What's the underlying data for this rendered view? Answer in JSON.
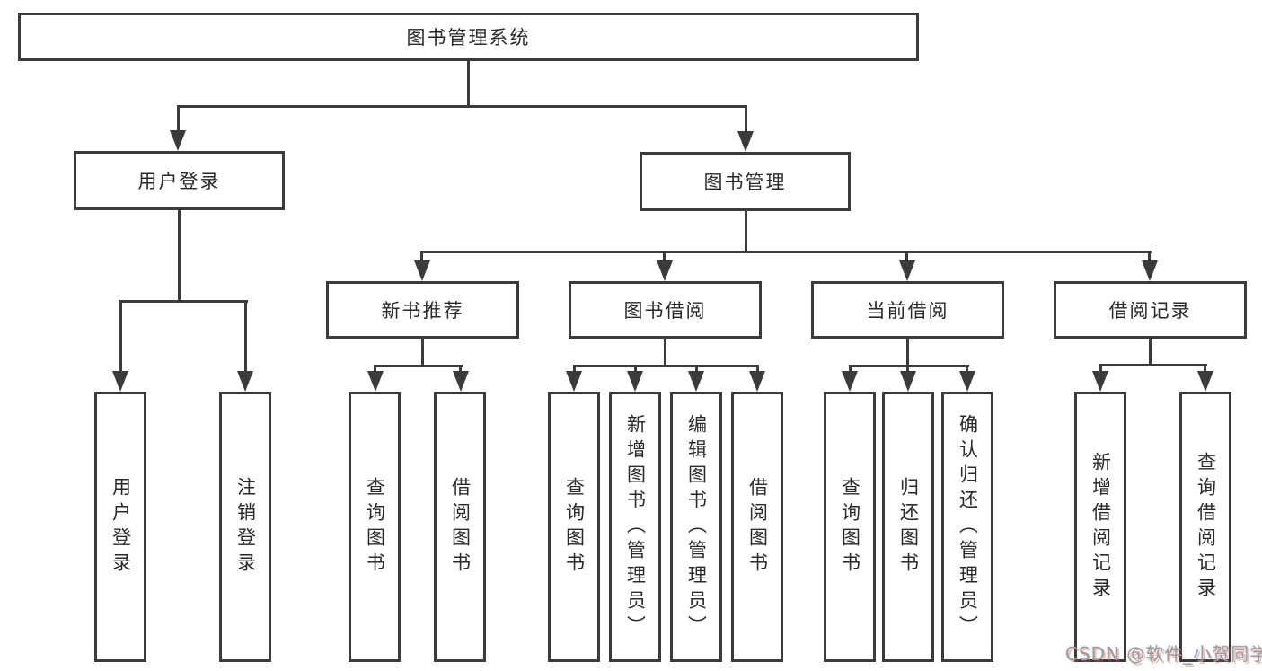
{
  "tree": {
    "root": {
      "label": "图书管理系统"
    },
    "branches": [
      {
        "label": "用户登录",
        "children": [
          {
            "label": "用户登录"
          },
          {
            "label": "注销登录"
          }
        ]
      },
      {
        "label": "图书管理",
        "children": [
          {
            "label": "新书推荐",
            "children": [
              {
                "label": "查询图书"
              },
              {
                "label": "借阅图书"
              }
            ]
          },
          {
            "label": "图书借阅",
            "children": [
              {
                "label": "查询图书"
              },
              {
                "label": "新增图书（管理员）"
              },
              {
                "label": "编辑图书（管理员）"
              },
              {
                "label": "借阅图书"
              }
            ]
          },
          {
            "label": "当前借阅",
            "children": [
              {
                "label": "查询图书"
              },
              {
                "label": "归还图书"
              },
              {
                "label": "确认归还（管理员）"
              }
            ]
          },
          {
            "label": "借阅记录",
            "children": [
              {
                "label": "新增借阅记录"
              },
              {
                "label": "查询借阅记录"
              }
            ]
          }
        ]
      }
    ]
  },
  "watermark": {
    "text": "CSDN @软件_小贺同学"
  },
  "colors": {
    "line": "#3b3b3b",
    "box_border": "#3b3b3b",
    "text": "#2a2a2a",
    "background": "#ffffff",
    "watermark": "#9b9b9b",
    "watermark_shadow": "#d65046"
  }
}
